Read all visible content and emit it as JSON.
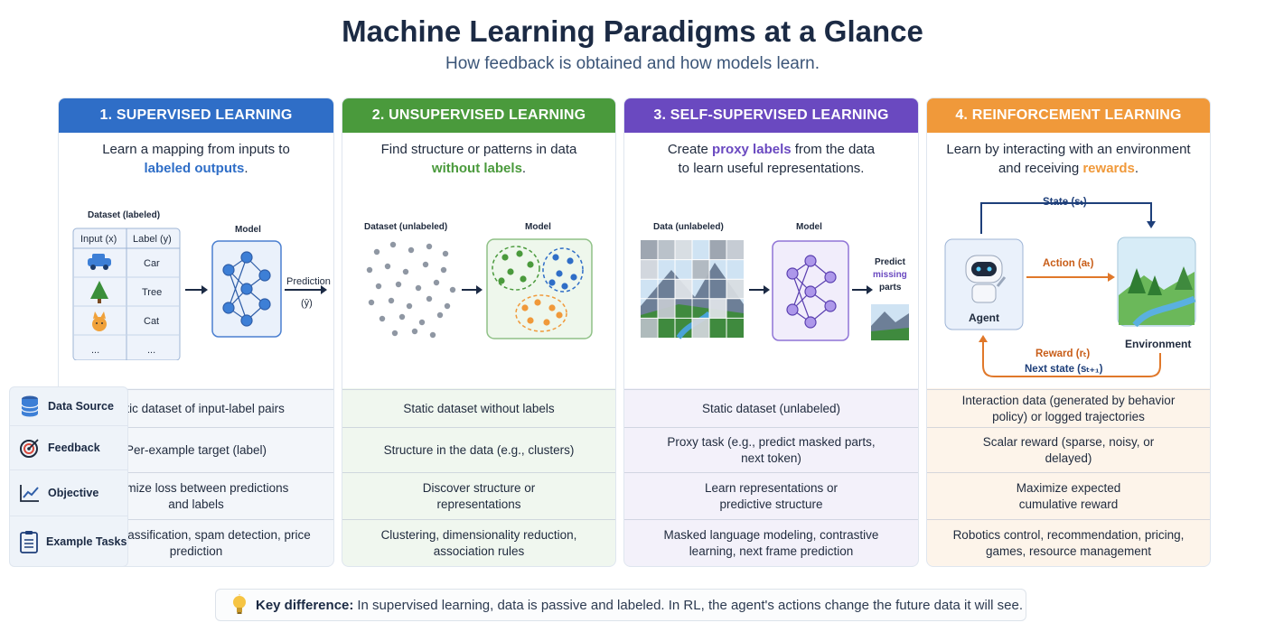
{
  "title": "Machine Learning Paradigms at a Glance",
  "subtitle": "How feedback is obtained and how models learn.",
  "row_labels": [
    {
      "label": "Data Source",
      "icon": "database-icon"
    },
    {
      "label": "Feedback",
      "icon": "target-icon"
    },
    {
      "label": "Objective",
      "icon": "trend-chart-icon"
    },
    {
      "label": "Example Tasks",
      "icon": "clipboard-checklist-icon"
    }
  ],
  "supervised": {
    "header": "1. SUPERVISED LEARNING",
    "intro_a": "Learn a mapping from inputs to",
    "intro_hl": "labeled outputs",
    "intro_end": ".",
    "accent": "#2f6ec7",
    "diagram": {
      "dataset_title": "Dataset (labeled)",
      "col_input": "Input (x)",
      "col_label": "Label (y)",
      "rows": [
        "Car",
        "Tree",
        "Cat",
        "..."
      ],
      "input_ellipsis": "...",
      "model": "Model",
      "prediction": "Prediction",
      "yhat": "(ŷ)"
    },
    "data_source": "Static dataset of input-label pairs",
    "feedback": "Per-example target (label)",
    "objective": "Minimize loss between predictions and labels",
    "tasks": "Image classification, spam detection, price prediction"
  },
  "unsupervised": {
    "header": "2. UNSUPERVISED LEARNING",
    "intro_a": "Find structure or patterns in data",
    "intro_hl": "without labels",
    "intro_end": ".",
    "accent": "#4a9a3c",
    "diagram": {
      "dataset_title": "Dataset (unlabeled)",
      "model": "Model"
    },
    "data_source": "Static dataset without labels",
    "feedback": "Structure in the data (e.g., clusters)",
    "objective": "Discover structure or representations",
    "tasks": "Clustering, dimensionality reduction, association rules"
  },
  "self_supervised": {
    "header": "3. SELF-SUPERVISED LEARNING",
    "intro_pre": "Create",
    "intro_hl": "proxy labels",
    "intro_post": "from the data",
    "intro_b": "to learn useful representations.",
    "accent": "#6a49c0",
    "diagram": {
      "data_title": "Data (unlabeled)",
      "model": "Model",
      "predict": "Predict",
      "missing": "missing",
      "parts": "parts"
    },
    "data_source": "Static dataset (unlabeled)",
    "feedback": "Proxy task (e.g., predict masked parts, next token)",
    "objective": "Learn representations or predictive structure",
    "tasks": "Masked language modeling, contrastive learning, next frame prediction"
  },
  "reinforcement": {
    "header": "4. REINFORCEMENT LEARNING",
    "intro_a": "Learn by interacting with an environment",
    "intro_pre": "and receiving",
    "intro_hl": "rewards",
    "intro_end": ".",
    "accent": "#f0993a",
    "diagram": {
      "state": "State (sₜ)",
      "action": "Action (aₜ)",
      "agent": "Agent",
      "environment": "Environment",
      "reward": "Reward (rₜ)",
      "next_state": "Next state (sₜ₊₁)"
    },
    "data_source": "Interaction data (generated by behavior policy) or logged trajectories",
    "feedback": "Scalar reward (sparse, noisy, or delayed)",
    "objective": "Maximize expected cumulative reward",
    "tasks": "Robotics control, recommendation, pricing, games, resource management"
  },
  "note": {
    "icon": "lightbulb-icon",
    "bold": "Key difference:",
    "text": "In supervised learning, data is passive and labeled. In RL, the agent's actions change the future data it will see."
  }
}
